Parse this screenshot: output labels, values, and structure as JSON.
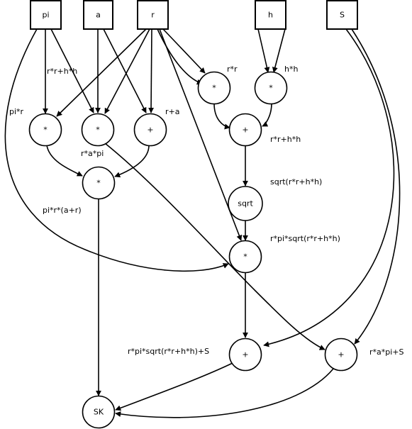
{
  "inputs": {
    "pi": "pi",
    "a": "a",
    "r": "r",
    "h": "h",
    "S": "S"
  },
  "ops": {
    "mul_pi_r": "*",
    "mul_r_a_pi": "*",
    "add_r_a": "+",
    "mul_pi_r_ar": "*",
    "mul_r_r": "*",
    "mul_h_h": "*",
    "add_rr_hh": "+",
    "sqrt": "sqrt",
    "mul_r_pi_sqrt": "*",
    "add_plus_s_left": "+",
    "add_plus_s_right": "+",
    "sk": "SK"
  },
  "labels": {
    "pi_r": "pi*r",
    "r_r_plus_h_h_top": "r*r+h*h",
    "r_plus_a": "r+a",
    "r_r": "r*r",
    "h_h": "h*h",
    "r_a_pi": "r*a*pi",
    "r_r_plus_h_h": "r*r+h*h",
    "sqrt_expr": "sqrt(r*r+h*h)",
    "pi_r_a_plus_r": "pi*r*(a+r)",
    "r_pi_sqrt": "r*pi*sqrt(r*r+h*h)",
    "r_pi_sqrt_plus_s": "r*pi*sqrt(r*r+h*h)+S",
    "r_a_pi_plus_s": "r*a*pi+S"
  }
}
